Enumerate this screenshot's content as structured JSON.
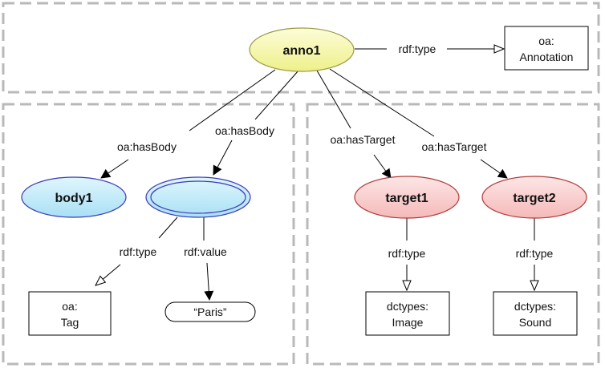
{
  "nodes": {
    "anno1": "anno1",
    "body1": "body1",
    "body2": "",
    "target1": "target1",
    "target2": "target2",
    "annotation_class": [
      "oa:",
      "Annotation"
    ],
    "tag_class": [
      "oa:",
      "Tag"
    ],
    "paris_literal": "“Paris”",
    "image_class": [
      "dctypes:",
      "Image"
    ],
    "sound_class": [
      "dctypes:",
      "Sound"
    ]
  },
  "edges": {
    "anno_type": "rdf:type",
    "has_body_1": "oa:hasBody",
    "has_body_2": "oa:hasBody",
    "has_target_1": "oa:hasTarget",
    "has_target_2": "oa:hasTarget",
    "body2_type": "rdf:type",
    "body2_value": "rdf:value",
    "target1_type": "rdf:type",
    "target2_type": "rdf:type"
  },
  "colors": {
    "anno_fill": "#f8f9b5",
    "anno_stroke": "#9a9a4a",
    "body_fill": "#c6ecfb",
    "body_stroke": "#3a3ab8",
    "target_fill": "#fad3d3",
    "target_stroke": "#b23a3a",
    "dash": "#b9b9b9"
  }
}
